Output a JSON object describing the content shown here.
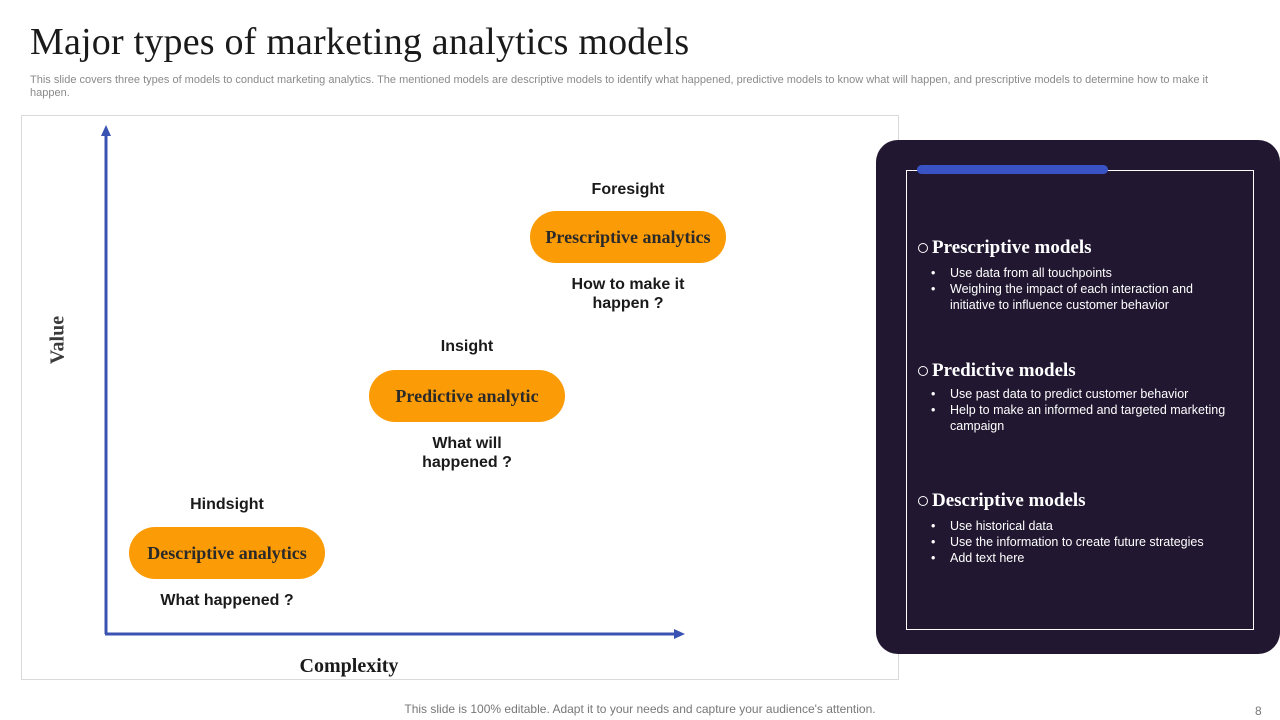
{
  "title": "Major types of marketing analytics models",
  "subtitle": "This slide covers three types of models to conduct marketing analytics. The mentioned models are descriptive models to identify what happened, predictive models to know what will happen, and prescriptive models to determine how to  make it happen.",
  "diagram": {
    "y_axis_label": "Value",
    "x_axis_label": "Complexity",
    "axis_color": "#3a53b3",
    "pill_color": "#fb9b06",
    "steps": [
      {
        "label": "Descriptive analytics",
        "above": "Hindsight",
        "below": "What happened ?"
      },
      {
        "label": "Predictive analytic",
        "above": "Insight",
        "below": "What will happened ?"
      },
      {
        "label": "Prescriptive analytics",
        "above": "Foresight",
        "below": "How to make it happen ?"
      }
    ]
  },
  "panel": {
    "background": "#211730",
    "accent": "#3a53c4",
    "sections": [
      {
        "heading": "Prescriptive models",
        "items": [
          "Use data from all touchpoints",
          "Weighing the impact of each interaction and initiative  to influence  customer behavior"
        ]
      },
      {
        "heading": "Predictive models",
        "items": [
          "Use past data to predict customer behavior",
          "Help to make an informed  and targeted marketing campaign"
        ]
      },
      {
        "heading": "Descriptive models",
        "items": [
          "Use historical data",
          "Use the information  to create future strategies",
          "Add text here"
        ]
      }
    ]
  },
  "footer": "This slide is 100% editable. Adapt it to your needs and capture your audience's attention.",
  "page_number": "8"
}
